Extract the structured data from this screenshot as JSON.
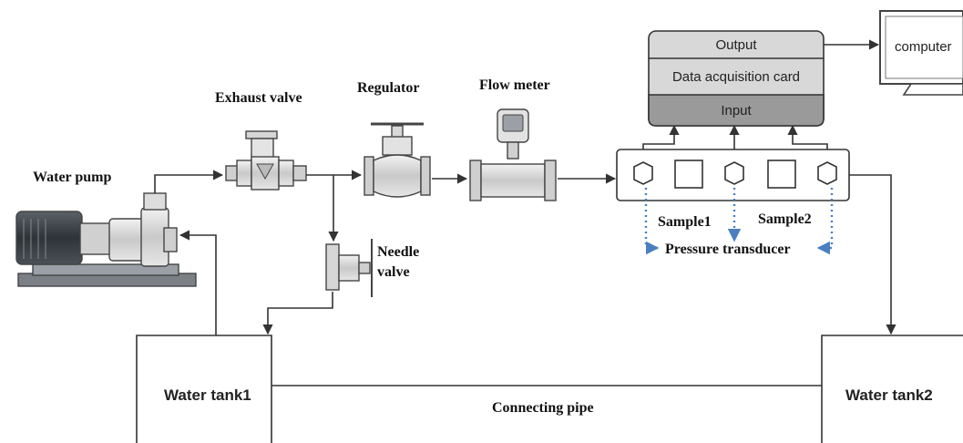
{
  "labels": {
    "water_pump": "Water pump",
    "exhaust_valve": "Exhaust valve",
    "regulator": "Regulator",
    "flow_meter": "Flow meter",
    "needle_valve_line1": "Needle",
    "needle_valve_line2": "valve",
    "sample1": "Sample1",
    "sample2": "Sample2",
    "pressure_transducer": "Pressure transducer",
    "water_tank1": "Water tank1",
    "water_tank2": "Water tank2",
    "connecting_pipe": "Connecting pipe",
    "computer": "computer"
  },
  "daq": {
    "output": "Output",
    "card": "Data acquisition card",
    "input": "Input"
  },
  "colors": {
    "daq_light": "#d8d8d8",
    "daq_dark": "#9a9a9a",
    "dotted_arrow": "#4a7fc0",
    "pump_motor": "#3a3f45",
    "pump_base": "#6d7278"
  }
}
